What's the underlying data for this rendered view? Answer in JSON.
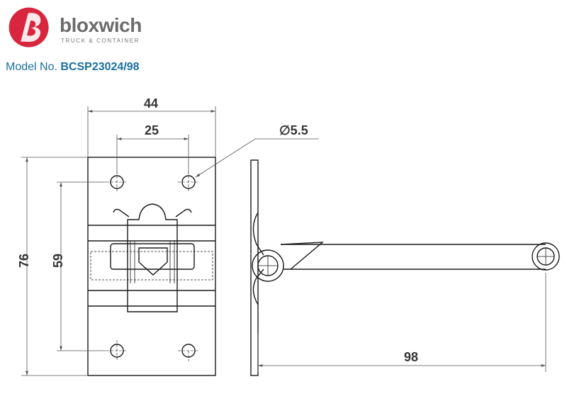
{
  "brand": {
    "name": "bloxwich",
    "tagline": "TRUCK & CONTAINER",
    "logo_color": "#d7263d"
  },
  "model": {
    "label": "Model No.",
    "number": "BCSP23024/98"
  },
  "dimensions": {
    "width_overall": "44",
    "hole_spacing_horizontal": "25",
    "hole_diameter": "∅5.5",
    "height_overall": "76",
    "hole_spacing_vertical": "59",
    "arm_length": "98"
  },
  "colors": {
    "line": "#1a1a1a",
    "dimension": "#555555",
    "model_text": "#1a6fa0"
  }
}
